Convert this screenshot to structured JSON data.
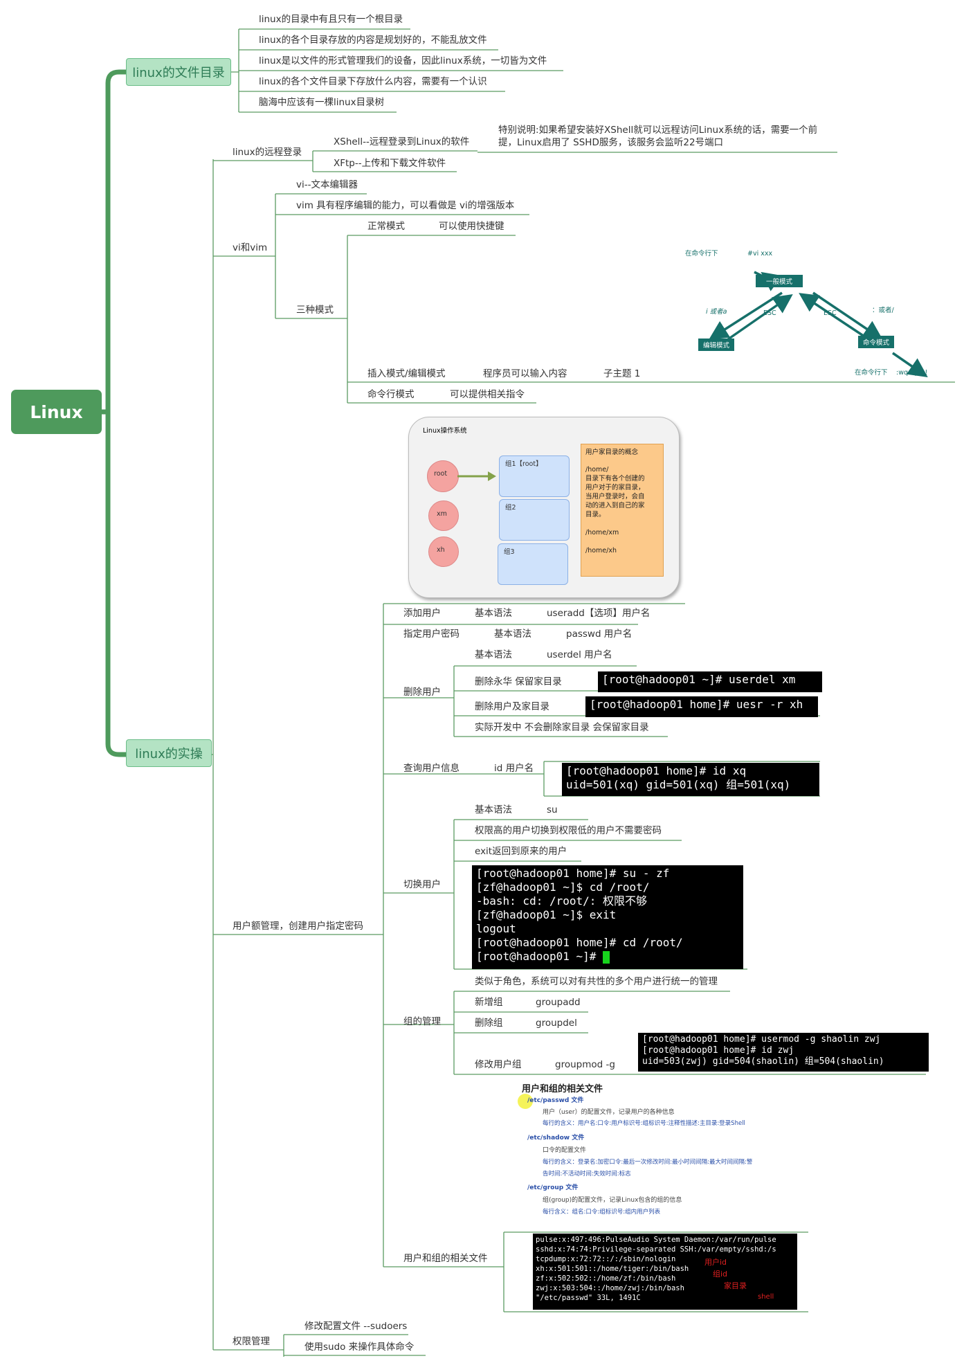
{
  "root_label": "Linux",
  "branch_dir": {
    "label": "linux的文件目录",
    "items": [
      "linux的目录中有且只有一个根目录",
      "linux的各个目录存放的内容是规划好的，不能乱放文件",
      "linux是以文件的形式管理我们的设备，因此linux系统，一切皆为文件",
      "linux的各个文件目录下存放什么内容，需要有一个认识",
      "脑海中应该有一棵linux目录树"
    ]
  },
  "branch_practice": {
    "label": "linux的实操",
    "remote": {
      "label": "linux的远程登录",
      "xshell": "XShell--远程登录到Linux的软件",
      "xshell_note_1": "特别说明:如果希望安装好XShell就可以远程访问Linux系统的话，需要一个前",
      "xshell_note_2": "提，Linux启用了 SSHD服务，该服务会监听22号端口",
      "xftp": "XFtp--上传和下载文件软件"
    },
    "vi": {
      "label": "vi和vim",
      "vi_item": "vi--文本编辑器",
      "vim_item": "vim 具有程序编辑的能力，可以看做是 vi的增强版本",
      "modes_label": "三种模式",
      "normal_mode": "正常模式",
      "normal_desc": "可以使用快捷键",
      "insert_mode": "插入模式/编辑模式",
      "insert_desc": "程序员可以输入内容",
      "insert_sub": "子主题 1",
      "cmd_mode": "命令行模式",
      "cmd_desc": "可以提供相关指令",
      "diagram": {
        "top_left": "在命令行下",
        "top_cmd": "#vi xxx",
        "general": "一般模式",
        "edit": "编辑模式",
        "command": "命令模式",
        "left_keys": "i 或者a",
        "esc1": "ESC",
        "esc2": "ESC",
        "right_keys": "：或者/",
        "bottom_left": "在命令行下",
        "bottom_cmd": ":wq :q :q!"
      }
    },
    "users_diagram": {
      "title": "Linux操作系统",
      "users": [
        "root",
        "xm",
        "xh"
      ],
      "groups": [
        "组1【root】",
        "组2",
        "组3"
      ],
      "note_title": "用户家目录的概念",
      "note_lines": [
        "/home/",
        "目录下有各个创建的",
        "用户对于的家目录，",
        "当用户登录时，会自",
        "动的进入到自己的家",
        "目录。",
        "",
        "/home/xm",
        "",
        "/home/xh"
      ]
    },
    "usermgmt": {
      "label": "用户额管理，创建用户指定密码",
      "add_user": "添加用户",
      "add_syntax_label": "基本语法",
      "add_syntax": "useradd【选项】用户名",
      "passwd_user": "指定用户密码",
      "passwd_syntax_label": "基本语法",
      "passwd_syntax": "passwd 用户名",
      "del_user": "删除用户",
      "del_syntax_label": "基本语法",
      "del_syntax": "userdel 用户名",
      "del_keep": "删除永华 保留家目录",
      "del_keep_cmd": "[root@hadoop01 ~]# userdel xm",
      "del_home": "删除用户及家目录",
      "del_home_cmd": "[root@hadoop01 home]# uesr -r xh",
      "del_note": "实际开发中 不会删除家目录 会保留家目录",
      "query_user": "查询用户信息",
      "query_syntax": "id 用户名",
      "query_term": [
        "[root@hadoop01 home]# id xq",
        "uid=501(xq) gid=501(xq) 组=501(xq)"
      ],
      "switch_user": "切换用户",
      "switch_syntax_label": "基本语法",
      "switch_syntax": "su",
      "switch_note1": "权限高的用户切换到权限低的用户不需要密码",
      "switch_note2": "exit返回到原来的用户",
      "switch_term": [
        "[root@hadoop01 home]# su - zf",
        "[zf@hadoop01 ~]$ cd /root/",
        "-bash: cd: /root/: 权限不够",
        "[zf@hadoop01 ~]$ exit",
        "logout",
        "[root@hadoop01 home]# cd /root/",
        "[root@hadoop01 ~]# "
      ],
      "group_mgmt": "组的管理",
      "group_note": "类似于角色，系统可以对有共性的多个用户进行统一的管理",
      "group_add": "新增组",
      "group_add_cmd": "groupadd",
      "group_del": "删除组",
      "group_del_cmd": "groupdel",
      "group_mod": "修改用户组",
      "group_mod_cmd": "groupmod -g",
      "group_mod_term": [
        "[root@hadoop01 home]# usermod -g shaolin zwj",
        "[root@hadoop01 home]# id zwj",
        "uid=503(zwj) gid=504(shaolin) 组=504(shaolin)"
      ],
      "files_label": "用户和组的相关文件",
      "files_doc": {
        "title": "用户和组的相关文件",
        "passwd_head": "/etc/passwd 文件",
        "passwd_desc": "用户（user）的配置文件，记录用户的各种信息",
        "passwd_meaning": "每行的含义：用户名:口令:用户标识号:组标识号:注释性描述:主目录:登录Shell",
        "shadow_head": "/etc/shadow 文件",
        "shadow_desc": "口令的配置文件",
        "shadow_meaning_1": "每行的含义：登录名:加密口令:最后一次修改时间:最小时间间隔:最大时间间隔:警",
        "shadow_meaning_2": "告时间:不活动时间:失效时间:标志",
        "group_head": "/etc/group 文件",
        "group_desc": "组(group)的配置文件，记录Linux包含的组的信息",
        "group_meaning": "每行含义：组名:口令:组标识号:组内用户列表"
      },
      "files_term": [
        "pulse:x:497:496:PulseAudio System Daemon:/var/run/pulse",
        "sshd:x:74:74:Privilege-separated SSH:/var/empty/sshd:/s",
        "tcpdump:x:72:72::/:/sbin/nologin",
        "xh:x:501:501::/home/tiger:/bin/bash",
        "zf:x:502:502::/home/zf:/bin/bash",
        "zwj:x:503:504::/home/zwj:/bin/bash",
        "\"/etc/passwd\" 33L, 1491C"
      ],
      "files_annotations": [
        "用户id",
        "组id",
        "家目录",
        "shell"
      ]
    },
    "perm": {
      "label": "权限管理",
      "item1": "修改配置文件 --sudoers",
      "item2": "使用sudo 来操作具体命令"
    }
  },
  "colors": {
    "root_bg": "#4e9a5c",
    "main_bg": "#b4e3c4",
    "line": "#5a9a62",
    "teal": "#16706a"
  }
}
